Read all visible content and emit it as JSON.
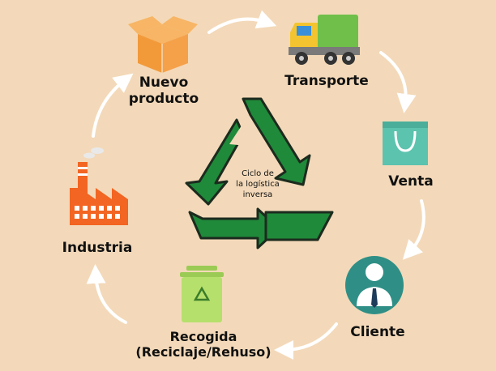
{
  "center": {
    "line1": "Ciclo de",
    "line2": "la logística",
    "line3": "inversa"
  },
  "steps": {
    "nuevo_producto": {
      "line1": "Nuevo",
      "line2": "producto",
      "icon": "box-icon"
    },
    "transporte": {
      "label": "Transporte",
      "icon": "truck-icon"
    },
    "venta": {
      "label": "Venta",
      "icon": "shopping-bag-icon"
    },
    "cliente": {
      "label": "Cliente",
      "icon": "customer-icon"
    },
    "recogida": {
      "line1": "Recogida",
      "line2": "(Reciclaje/Rehuso)",
      "icon": "recycle-bin-icon"
    },
    "industria": {
      "label": "Industria",
      "icon": "factory-icon"
    }
  },
  "colors": {
    "background": "#f3d9b9",
    "recycle_green": "#1f8a3a",
    "recycle_outline": "#1c2b1e",
    "box_orange": "#f5a14a",
    "truck_green": "#6fbf4a",
    "truck_cab": "#f4c430",
    "bag_teal": "#5cc3ae",
    "client_teal": "#2f8f86",
    "bin_green": "#b6e06c",
    "factory_orange": "#f26522",
    "arrow_white": "#ffffff"
  }
}
